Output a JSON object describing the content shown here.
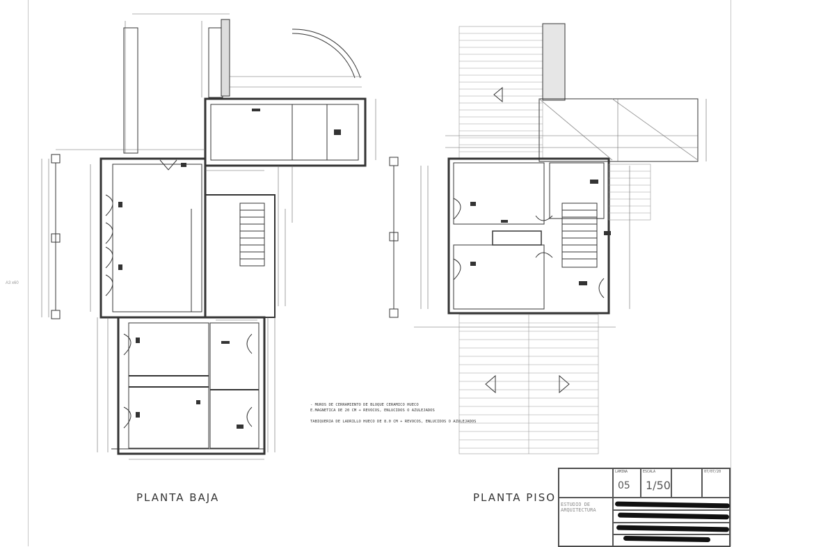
{
  "margin_label": "A3 x60",
  "plans": [
    {
      "name": "PLANTA BAJA"
    },
    {
      "name": "PLANTA PISO"
    }
  ],
  "notes": [
    "- MUROS DE CERRAMIENTO DE BLOQUE CERAMICO HUECO",
    "  E.MAGNETICA DE 20 CM + REVOCOS, ENLUCIDOS O AZULEJADOS",
    "TABIQUERIA DE LADRILLO HUECO DE 8.0 CM + REVOCOS, ENLUCIDOS O AZULEJADOS"
  ],
  "title_block": {
    "sheet_label": "LAMINA",
    "sheet_number": "05",
    "scale_label": "ESCALA",
    "scale_value": "1/50",
    "date": "07/07/20",
    "office_name": "ESTUDIO DE ARQUITECTURA",
    "redacted_fields": 4
  },
  "colors": {
    "line": "#333333",
    "hatch": "#888888",
    "redaction": "#111111"
  }
}
